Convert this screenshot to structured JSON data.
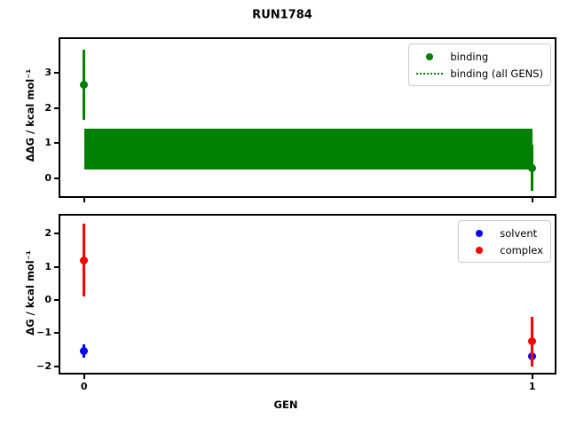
{
  "title": "RUN1784",
  "chart_data": [
    {
      "type": "errorbar",
      "position": "top",
      "ylabel": "ΔΔG / kcal mol⁻¹",
      "ylim": [
        -0.5,
        3.95
      ],
      "xlim": [
        -0.053,
        1.05
      ],
      "yticks": [
        0,
        1,
        2,
        3
      ],
      "ytick_labels": [
        "0",
        "1",
        "2",
        "3"
      ],
      "xticks": [
        0,
        1
      ],
      "x": [
        0,
        1
      ],
      "series": [
        {
          "name": "binding",
          "color": "#008000",
          "marker": "circle",
          "values": [
            2.65,
            0.3
          ],
          "errors": [
            1.0,
            0.65
          ]
        }
      ],
      "band": {
        "name": "binding (all GENS)",
        "color": "#008000",
        "line_style": "dotted",
        "lo": 0.25,
        "hi": 1.42,
        "x_range": [
          0,
          1
        ]
      },
      "legend_position": "upper right",
      "grid": false
    },
    {
      "type": "errorbar",
      "position": "bottom",
      "ylabel": "ΔG / kcal mol⁻¹",
      "xlabel": "GEN",
      "ylim": [
        -2.2,
        2.55
      ],
      "xlim": [
        -0.053,
        1.05
      ],
      "yticks": [
        -2,
        -1,
        0,
        1,
        2
      ],
      "ytick_labels": [
        "−2",
        "−1",
        "0",
        "1",
        "2"
      ],
      "xticks": [
        0,
        1
      ],
      "xtick_labels": [
        "0",
        "1"
      ],
      "x": [
        0,
        1
      ],
      "series": [
        {
          "name": "solvent",
          "color": "#0000ff",
          "marker": "circle",
          "values": [
            -1.55,
            -1.7
          ],
          "errors": [
            0.2,
            0.2
          ]
        },
        {
          "name": "complex",
          "color": "#ff0000",
          "marker": "circle",
          "values": [
            1.2,
            -1.25
          ],
          "errors": [
            1.1,
            0.75
          ]
        }
      ],
      "legend_position": "upper right",
      "grid": false
    }
  ]
}
